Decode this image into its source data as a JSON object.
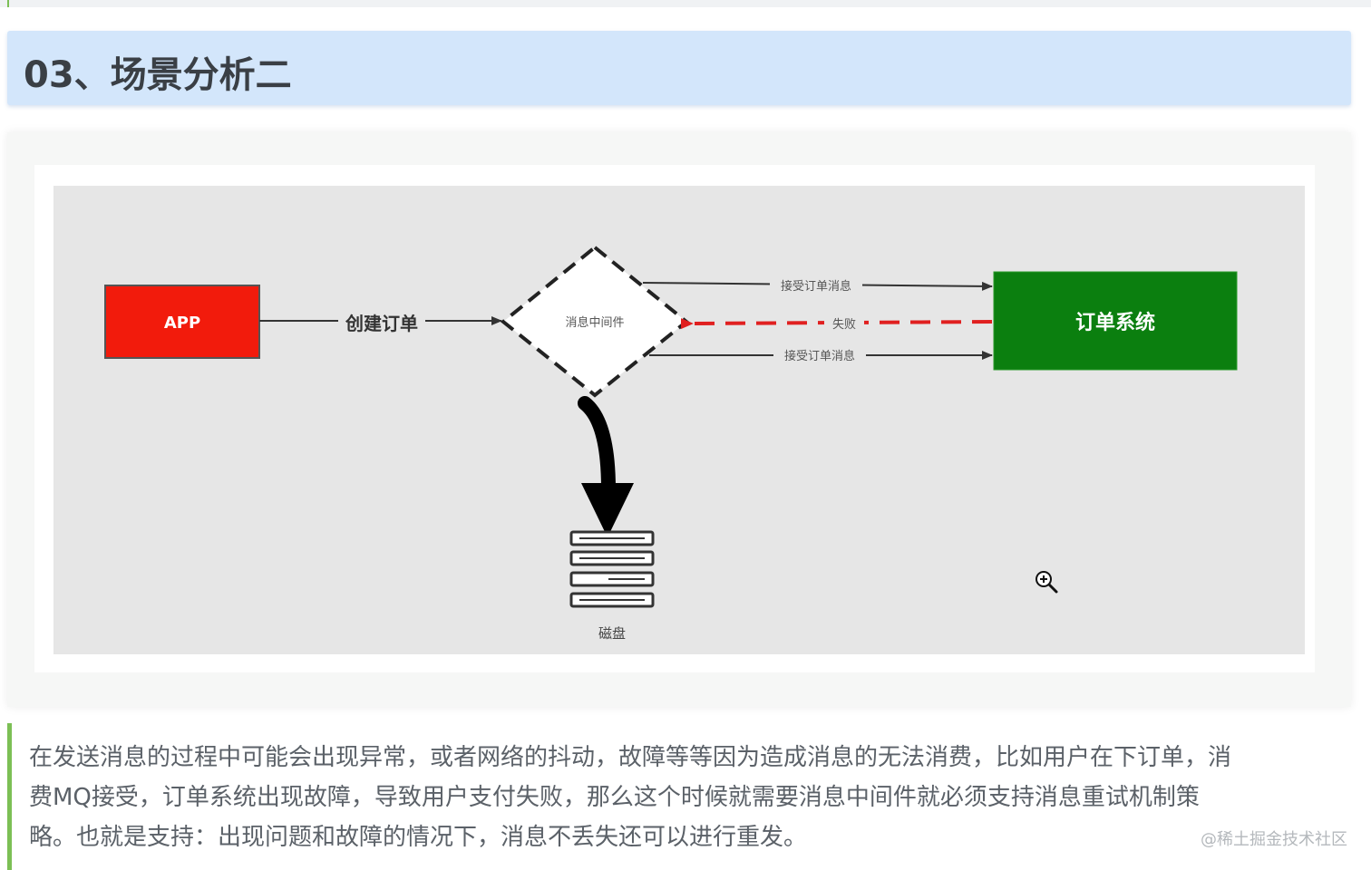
{
  "heading": "03、场景分析二",
  "diagram": {
    "app_label": "APP",
    "create_order_label": "创建订单",
    "middleware_label": "消息中间件",
    "order_system_label": "订单系统",
    "receive_top_label": "接受订单消息",
    "failure_label": "失败",
    "receive_bottom_label": "接受订单消息",
    "disk_label": "磁盘",
    "colors": {
      "app_fill": "#f21b0c",
      "order_system_fill": "#0b7f0f",
      "failure_line": "#e02020",
      "canvas": "#e6e6e6"
    },
    "icons": [
      "zoom-in-icon",
      "disk-icon"
    ]
  },
  "paragraph": {
    "line1": "在发送消息的过程中可能会出现异常，或者网络的抖动，故障等等因为造成消息的无法消费，比如用户在下订单，消",
    "line2": "费MQ接受，订单系统出现故障，导致用户支付失败，那么这个时候就需要消息中间件就必须支持消息重试机制策",
    "line3": "略。也就是支持：出现问题和故障的情况下，消息不丢失还可以进行重发。"
  },
  "watermark": "@稀土掘金技术社区"
}
